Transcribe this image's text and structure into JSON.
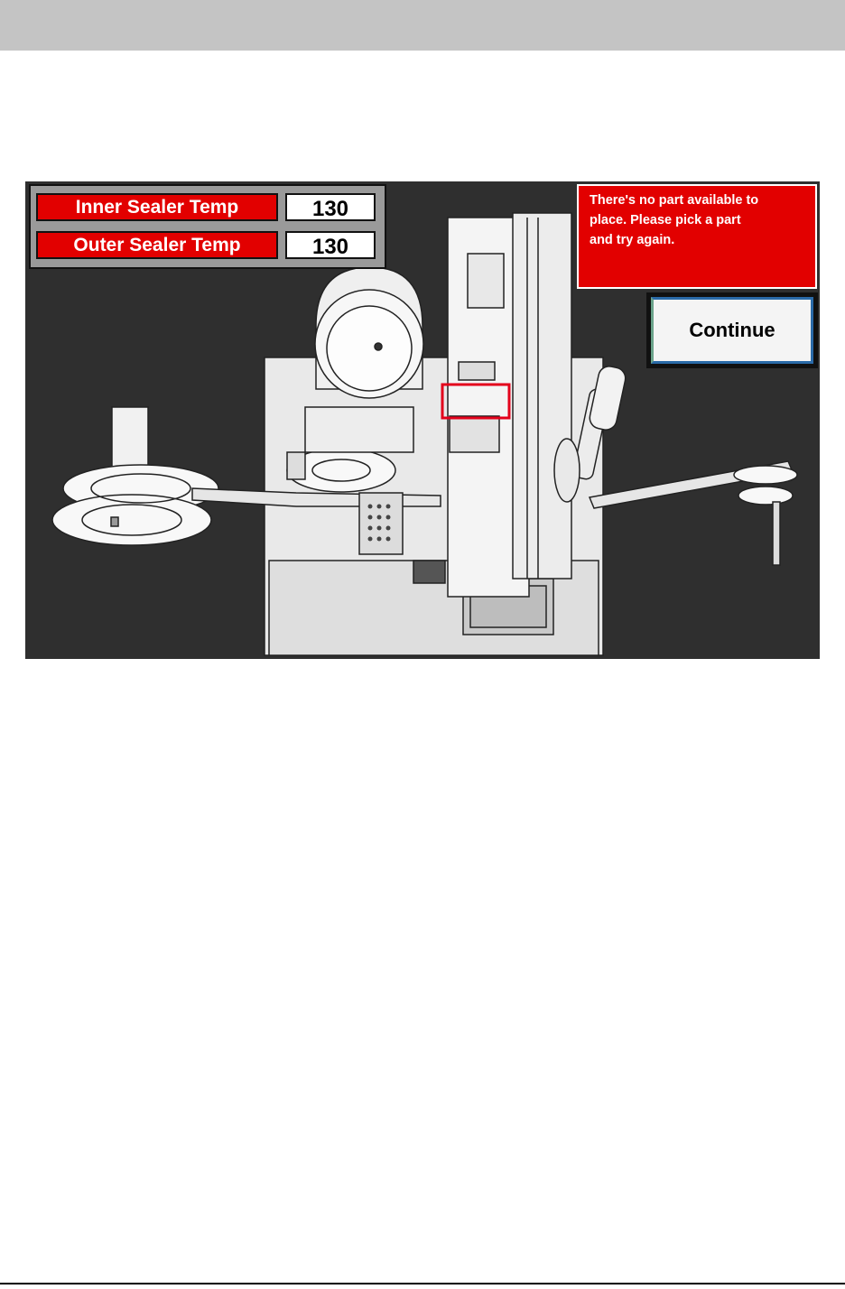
{
  "panel": {
    "inner_label": "Inner Sealer Temp",
    "inner_value": "130",
    "outer_label": "Outer Sealer Temp",
    "outer_value": "130"
  },
  "alert": {
    "message": "There's no part available to\nplace.  Please pick a part\nand try again."
  },
  "continue_label": "Continue",
  "colors": {
    "alert_red": "#e20000",
    "screen_background": "#2f2f2f",
    "highlight_box": "#e3001b"
  }
}
